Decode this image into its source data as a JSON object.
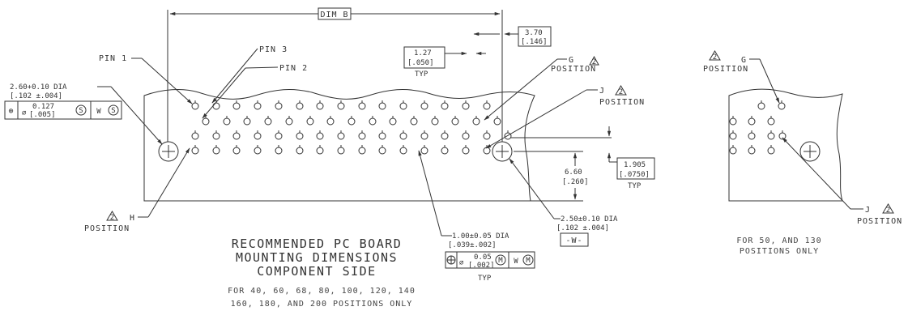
{
  "dim_b": "DIM B",
  "pin1": "PIN 1",
  "pin3": "PIN 3",
  "pin2": "PIN 2",
  "dia_hole_1": "2.60+0.10 DIA",
  "dia_hole_1_in": "[.102 ±.004]",
  "fcf_left_sym": "⊕",
  "fcf_left_dia": "⌀",
  "fcf_left_val": "0.127",
  "fcf_left_val_in": "[.005]",
  "fcf_left_mod": "S",
  "fcf_left_datum": "W",
  "fcf_left_datum_mod": "S",
  "pitch": "1.27",
  "pitch_in": "[.050]",
  "typ": "TYP",
  "dim_370": "3.70",
  "dim_370_in": "[.146]",
  "g_label": "G",
  "j_label": "J",
  "h_label": "H",
  "flag_num": "2",
  "position": "POSITION",
  "dim_660": "6.60",
  "dim_660_in": "[.260]",
  "dim_1905": "1.905",
  "dim_1905_in": "[.0750]",
  "dia_pin": "1.00±0.05 DIA",
  "dia_pin_in": "[.039±.002]",
  "fcf_pin_dia": "⌀",
  "fcf_pin_val": "0.05",
  "fcf_pin_val_in": "[.002]",
  "fcf_pin_mod": "M",
  "fcf_pin_datum": "W",
  "fcf_pin_datum_mod": "M",
  "dia_hole_2": "2.50±0.10 DIA",
  "dia_hole_2_in": "[.102 ±.004]",
  "datum_w": "-W-",
  "title_1": "RECOMMENDED PC BOARD",
  "title_2": "MOUNTING DIMENSIONS",
  "title_3": "COMPONENT SIDE",
  "note_main_1": "FOR 40, 60, 68, 80, 100, 120, 140",
  "note_main_2": "160, 180, AND 200 POSITIONS ONLY",
  "note_small_1": "FOR 50, AND 130",
  "note_small_2": "POSITIONS ONLY"
}
